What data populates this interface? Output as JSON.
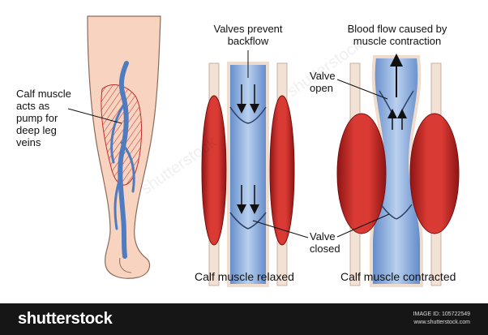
{
  "labels": {
    "calf_pump": "Calf muscle acts as pump for deep leg veins",
    "calf_pump_lines": [
      "Calf muscle",
      "acts as",
      "pump for",
      "deep leg",
      "veins"
    ],
    "valves_prevent": [
      "Valves prevent",
      "backflow"
    ],
    "blood_flow": [
      "Blood flow caused by",
      "muscle contraction"
    ],
    "valve_open": [
      "Valve",
      "open"
    ],
    "valve_closed": [
      "Valve",
      "closed"
    ],
    "relaxed_caption": "Calf muscle relaxed",
    "contracted_caption": "Calf muscle contracted"
  },
  "footer": {
    "brand": "shutterstock",
    "image_id": "IMAGE ID: 105722549",
    "site": "www.shutterstock.com"
  },
  "colors": {
    "skin": "#f8d3bf",
    "skin_outline": "#8a6a5c",
    "muscle": "#c42a2a",
    "muscle_light": "#e04a44",
    "vein": "#4f7cc0",
    "vein_fill": "#a9c2e6",
    "vein_wall": "#f0dccd",
    "footer_bg": "#161616"
  }
}
